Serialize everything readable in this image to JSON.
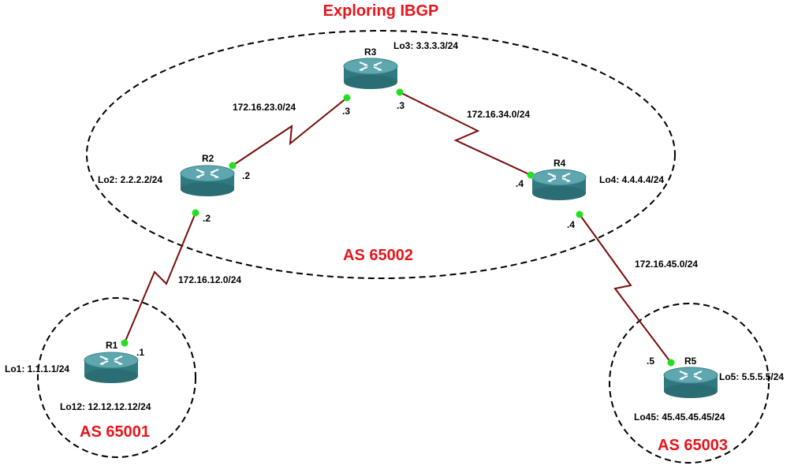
{
  "title": "Exploring IBGP",
  "colors": {
    "accent_red": "#e8141b",
    "link": "#7a0c0c",
    "interface_dot": "#22e01e",
    "router_body": "#3e8c94"
  },
  "autonomous_systems": [
    {
      "id": "as65002",
      "label": "AS 65002"
    },
    {
      "id": "as65001",
      "label": "AS 65001"
    },
    {
      "id": "as65003",
      "label": "AS 65003"
    }
  ],
  "routers": {
    "r1": {
      "name": "R1",
      "loopbacks": [
        "Lo1: 1.1.1.1/24",
        "Lo12: 12.12.12.12/24"
      ]
    },
    "r2": {
      "name": "R2",
      "loopbacks": [
        "Lo2: 2.2.2.2/24"
      ]
    },
    "r3": {
      "name": "R3",
      "loopbacks": [
        "Lo3: 3.3.3.3/24"
      ]
    },
    "r4": {
      "name": "R4",
      "loopbacks": [
        "Lo4: 4.4.4.4/24"
      ]
    },
    "r5": {
      "name": "R5",
      "loopbacks": [
        "Lo5: 5.5.5.5/24",
        "Lo45: 45.45.45.45/24"
      ]
    }
  },
  "links": [
    {
      "id": "r1-r2",
      "subnet": "172.16.12.0/24",
      "end_a": ".1",
      "end_b": ".2"
    },
    {
      "id": "r2-r3",
      "subnet": "172.16.23.0/24",
      "end_a": ".2",
      "end_b": ".3"
    },
    {
      "id": "r3-r4",
      "subnet": "172.16.34.0/24",
      "end_a": ".3",
      "end_b": ".4"
    },
    {
      "id": "r4-r5",
      "subnet": "172.16.45.0/24",
      "end_a": ".4",
      "end_b": ".5"
    }
  ]
}
